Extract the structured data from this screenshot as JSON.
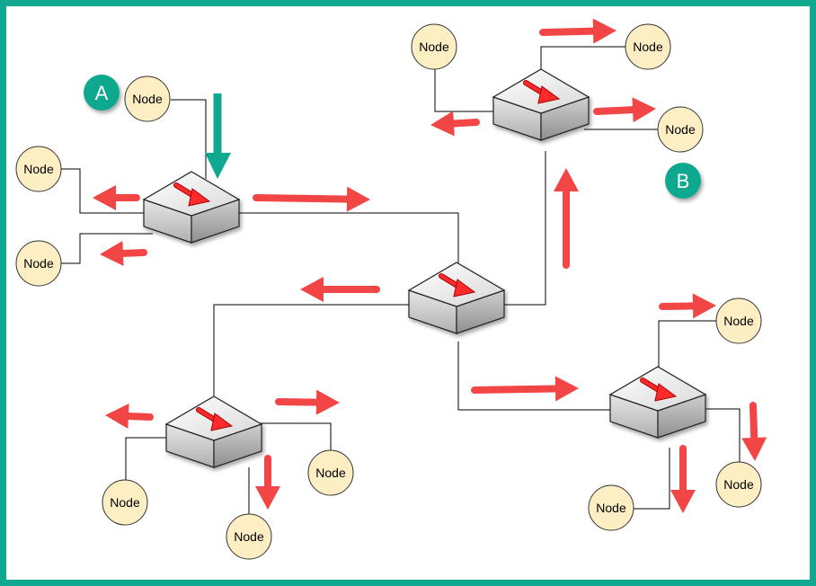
{
  "colors": {
    "frame": "#10a88e",
    "badge": "#10a88e",
    "node_fill": "#fdeec4",
    "node_stroke": "#333333",
    "arrow_red": "#f24545",
    "arrow_teal": "#10a88e"
  },
  "badges": [
    {
      "id": "badge-a",
      "label": "A"
    },
    {
      "id": "badge-b",
      "label": "B"
    }
  ],
  "node_label": "Node",
  "nodes": [
    {
      "id": "node-a1",
      "label": "Node"
    },
    {
      "id": "node-a2",
      "label": "Node"
    },
    {
      "id": "node-a3",
      "label": "Node"
    },
    {
      "id": "node-b1",
      "label": "Node"
    },
    {
      "id": "node-b2",
      "label": "Node"
    },
    {
      "id": "node-b3",
      "label": "Node"
    },
    {
      "id": "node-c1",
      "label": "Node"
    },
    {
      "id": "node-c2",
      "label": "Node"
    },
    {
      "id": "node-c3",
      "label": "Node"
    },
    {
      "id": "node-d1",
      "label": "Node"
    },
    {
      "id": "node-d2",
      "label": "Node"
    },
    {
      "id": "node-d3",
      "label": "Node"
    }
  ],
  "switches": [
    {
      "id": "switch-left",
      "icon": "switch-icon"
    },
    {
      "id": "switch-top-right",
      "icon": "switch-icon"
    },
    {
      "id": "switch-center",
      "icon": "switch-icon"
    },
    {
      "id": "switch-bottom-left",
      "icon": "switch-icon"
    },
    {
      "id": "switch-bottom-right",
      "icon": "switch-icon"
    }
  ]
}
